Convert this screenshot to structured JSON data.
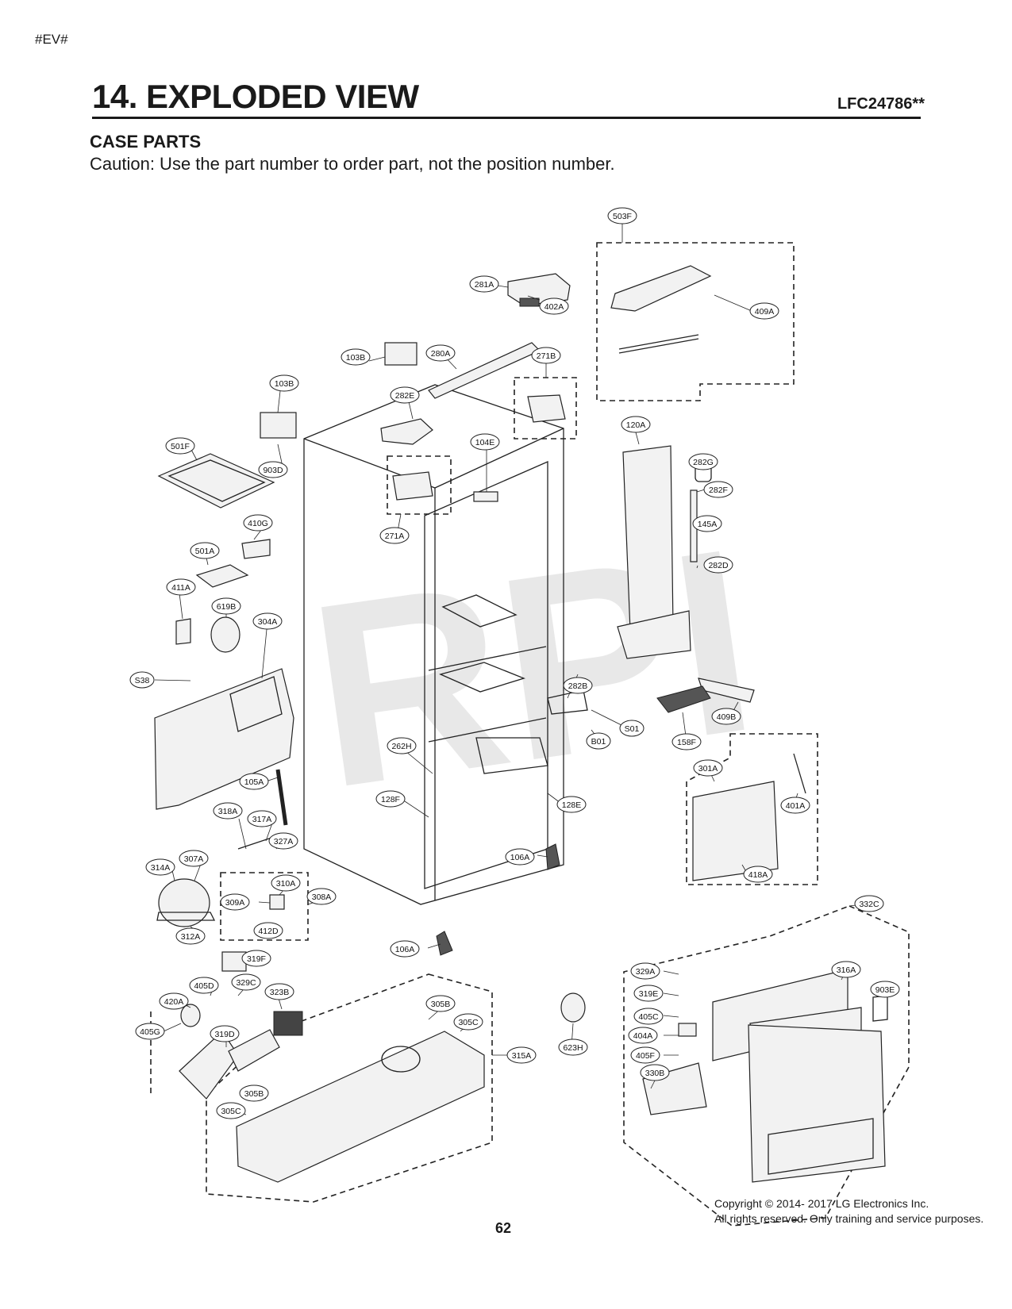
{
  "header": {
    "tag": "#EV#",
    "title": "14. EXPLODED VIEW",
    "model": "LFC24786**",
    "subtitle": "CASE PARTS",
    "caution": "Caution: Use the part number to order part, not the position number."
  },
  "watermark": "RPI",
  "callouts": [
    {
      "label": "503F"
    },
    {
      "label": "281A"
    },
    {
      "label": "402A"
    },
    {
      "label": "409A"
    },
    {
      "label": "103B"
    },
    {
      "label": "280A"
    },
    {
      "label": "271B"
    },
    {
      "label": "103B"
    },
    {
      "label": "282E"
    },
    {
      "label": "120A"
    },
    {
      "label": "104E"
    },
    {
      "label": "282G"
    },
    {
      "label": "501F"
    },
    {
      "label": "903D"
    },
    {
      "label": "282F"
    },
    {
      "label": "145A"
    },
    {
      "label": "410G"
    },
    {
      "label": "271A"
    },
    {
      "label": "501A"
    },
    {
      "label": "282D"
    },
    {
      "label": "411A"
    },
    {
      "label": "619B"
    },
    {
      "label": "304A"
    },
    {
      "label": "282B"
    },
    {
      "label": "S38"
    },
    {
      "label": "409B"
    },
    {
      "label": "S01"
    },
    {
      "label": "B01"
    },
    {
      "label": "158F"
    },
    {
      "label": "262H"
    },
    {
      "label": "301A"
    },
    {
      "label": "105A"
    },
    {
      "label": "128F"
    },
    {
      "label": "128E"
    },
    {
      "label": "401A"
    },
    {
      "label": "318A"
    },
    {
      "label": "317A"
    },
    {
      "label": "327A"
    },
    {
      "label": "106A"
    },
    {
      "label": "314A"
    },
    {
      "label": "307A"
    },
    {
      "label": "310A"
    },
    {
      "label": "418A"
    },
    {
      "label": "308A"
    },
    {
      "label": "309A"
    },
    {
      "label": "332C"
    },
    {
      "label": "412D"
    },
    {
      "label": "312A"
    },
    {
      "label": "319F"
    },
    {
      "label": "106A"
    },
    {
      "label": "329A"
    },
    {
      "label": "316A"
    },
    {
      "label": "405D"
    },
    {
      "label": "329C"
    },
    {
      "label": "319E"
    },
    {
      "label": "903E"
    },
    {
      "label": "420A"
    },
    {
      "label": "323B"
    },
    {
      "label": "305B"
    },
    {
      "label": "405C"
    },
    {
      "label": "405G"
    },
    {
      "label": "319D"
    },
    {
      "label": "305C"
    },
    {
      "label": "404A"
    },
    {
      "label": "315A"
    },
    {
      "label": "623H"
    },
    {
      "label": "405F"
    },
    {
      "label": "330B"
    },
    {
      "label": "305B"
    },
    {
      "label": "305C"
    }
  ],
  "footer": {
    "page_number": "62",
    "copyright": "Copyright © 2014- 2017 LG Electronics Inc.",
    "rights": "All rights reserved. Only training and service purposes."
  }
}
